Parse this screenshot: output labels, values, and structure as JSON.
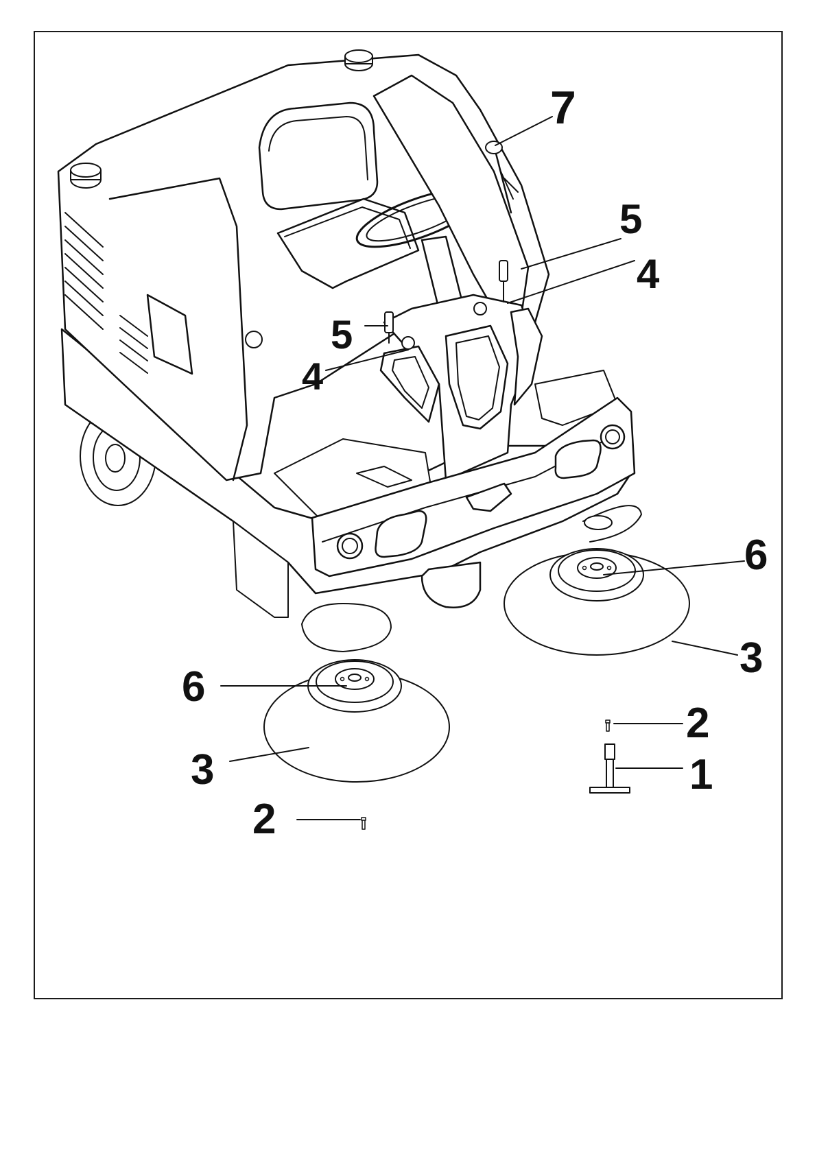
{
  "figure": {
    "callouts": [
      {
        "label": "7"
      },
      {
        "label": "5"
      },
      {
        "label": "4"
      },
      {
        "label": "5"
      },
      {
        "label": "4"
      },
      {
        "label": "6"
      },
      {
        "label": "3"
      },
      {
        "label": "6"
      },
      {
        "label": "3"
      },
      {
        "label": "2"
      },
      {
        "label": "1"
      },
      {
        "label": "2"
      }
    ]
  },
  "colors": {
    "line": "#111111",
    "background": "#ffffff"
  }
}
